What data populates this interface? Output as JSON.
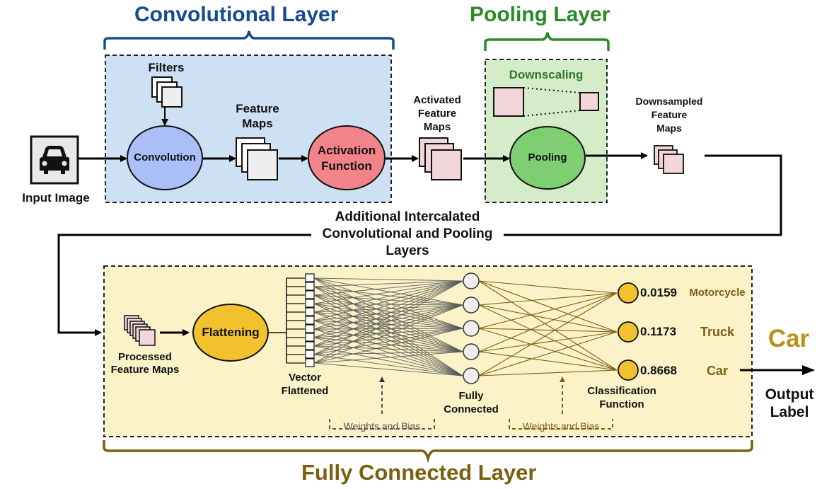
{
  "colors": {
    "conv_title": "#164b8c",
    "pool_title": "#2a8a2a",
    "fc_title": "#7a5f10",
    "conv_box": "#cde0f4",
    "pool_box": "#d5ecc8",
    "fc_box": "#fbf2c7",
    "convolution_node": "#a9bff5",
    "activation_node": "#f2838b",
    "pooling_node": "#7dcf72",
    "flatten_node": "#f2c12e",
    "output_node": "#f2c12e",
    "feature_square": "#f3d6da",
    "weights_fc": "#7a5f10",
    "weights_hidden": "#555555"
  },
  "titles": {
    "convolutional_layer": "Convolutional Layer",
    "pooling_layer": "Pooling Layer",
    "fully_connected_layer": "Fully Connected Layer"
  },
  "labels": {
    "filters": "Filters",
    "input_image": "Input Image",
    "convolution": "Convolution",
    "feature_maps_1": "Feature",
    "feature_maps_2": "Maps",
    "activation_1": "Activation",
    "activation_2": "Function",
    "activated_1": "Activated",
    "activated_2": "Feature",
    "activated_3": "Maps",
    "downscaling": "Downscaling",
    "pooling": "Pooling",
    "downsampled_1": "Downsampled",
    "downsampled_2": "Feature",
    "downsampled_3": "Maps",
    "additional_1": "Additional Intercalated",
    "additional_2": "Convolutional and Pooling",
    "additional_3": "Layers",
    "processed_1": "Processed",
    "processed_2": "Feature Maps",
    "flattening": "Flattening",
    "vector_1": "Vector",
    "vector_2": "Flattened",
    "weights_bias_1": "Weights and Bias",
    "fully_connected_1": "Fully",
    "fully_connected_2": "Connected",
    "weights_bias_2": "Weights and Bias",
    "classification_1": "Classification",
    "classification_2": "Function",
    "output_label_1": "Output",
    "output_label_2": "Label",
    "predicted": "Car"
  },
  "outputs": [
    {
      "score": "0.0159",
      "class": "Motorcycle"
    },
    {
      "score": "0.1173",
      "class": "Truck"
    },
    {
      "score": "0.8668",
      "class": "Car"
    }
  ],
  "icons": {
    "input": "car-icon"
  }
}
